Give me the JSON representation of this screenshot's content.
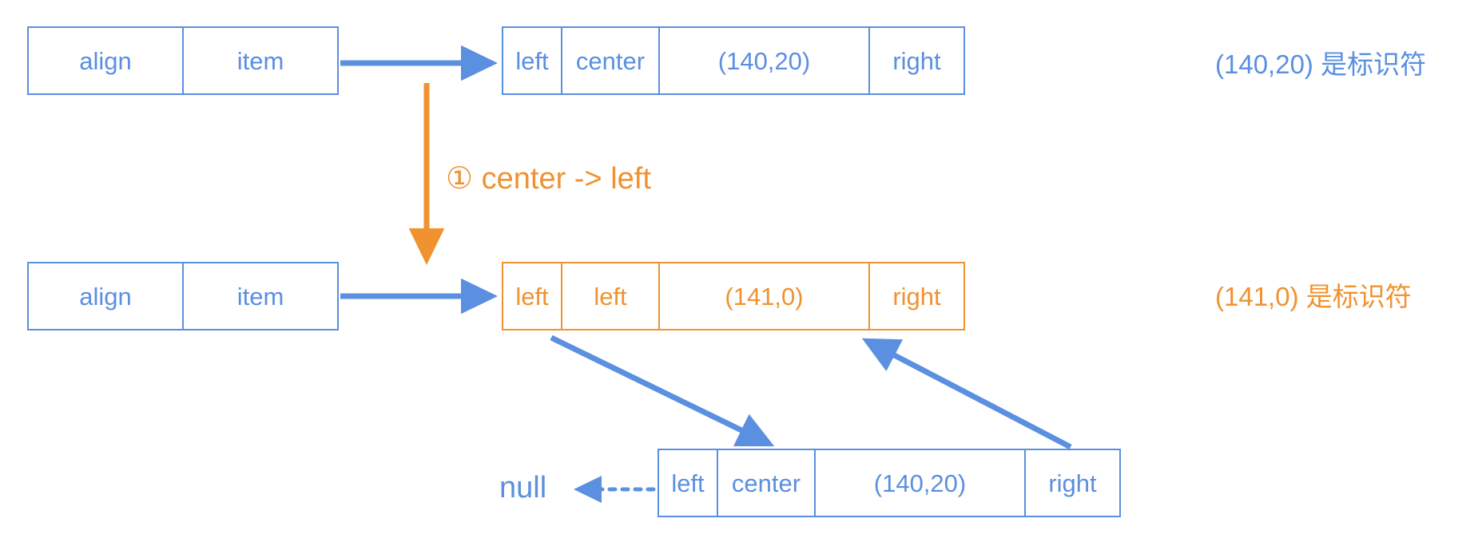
{
  "theme": {
    "blue": "#5B8FE0",
    "orange": "#F0922F",
    "background": "#ffffff"
  },
  "diagram": {
    "title_semantics": "linked-list alignment item re-tagging diagram",
    "rows": [
      {
        "id": "row-top",
        "color": "blue",
        "head_table": {
          "id": "head-table-top",
          "cells": [
            "align",
            "item"
          ]
        },
        "node_table": {
          "id": "node-table-top",
          "cells": [
            "left",
            "center",
            "(140,20)",
            "right"
          ]
        },
        "side_note": "(140,20) 是标识符"
      },
      {
        "id": "row-middle",
        "color": "orange",
        "head_table": {
          "id": "head-table-middle",
          "cells": [
            "align",
            "item"
          ]
        },
        "node_table": {
          "id": "node-table-middle",
          "cells": [
            "left",
            "left",
            "(141,0)",
            "right"
          ]
        },
        "side_note": "(141,0) 是标识符"
      },
      {
        "id": "row-bottom",
        "color": "blue",
        "node_table": {
          "id": "node-table-bottom",
          "cells": [
            "left",
            "center",
            "(140,20)",
            "right"
          ]
        },
        "null_label": "null"
      }
    ],
    "step_annotation": {
      "marker": "①",
      "label": "center -> left",
      "full": "① center -> left"
    },
    "arrows": [
      {
        "name": "head-to-node-top",
        "style": "solid",
        "color": "#5B8FE0"
      },
      {
        "name": "head-to-node-middle",
        "style": "solid",
        "color": "#5B8FE0"
      },
      {
        "name": "transform-step-down",
        "style": "solid",
        "color": "#F0922F"
      },
      {
        "name": "middle-left-to-bottom-node",
        "style": "solid",
        "color": "#5B8FE0"
      },
      {
        "name": "bottom-right-to-middle-node",
        "style": "solid",
        "color": "#5B8FE0"
      },
      {
        "name": "bottom-left-to-null",
        "style": "dotted",
        "color": "#5B8FE0"
      }
    ]
  }
}
